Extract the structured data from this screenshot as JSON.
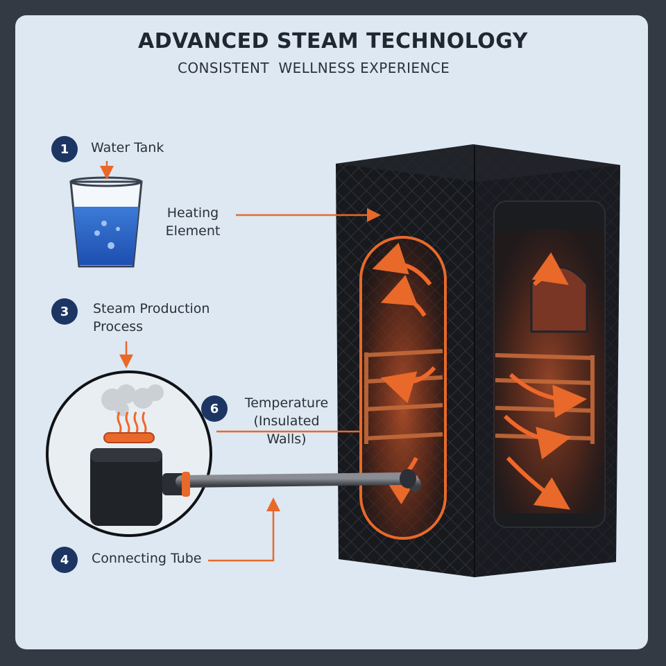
{
  "header": {
    "title": "ADVANCED STEAM TECHNOLOGY",
    "subtitle": "CONSISTENT  WELLNESS EXPERIENCE"
  },
  "callouts": [
    {
      "badge": "1",
      "label": "Water Tank"
    },
    {
      "badge": "",
      "label": "Heating\nElement"
    },
    {
      "badge": "3",
      "label": "Steam Production\nProcess"
    },
    {
      "badge": "6",
      "label": "Temperature\n(Insulated Walls)"
    },
    {
      "badge": "4",
      "label": "Connecting Tube"
    }
  ],
  "colors": {
    "accent": "#e8692a",
    "badge": "#1c3563",
    "background": "#dde8f2",
    "tent": "#15171b"
  }
}
